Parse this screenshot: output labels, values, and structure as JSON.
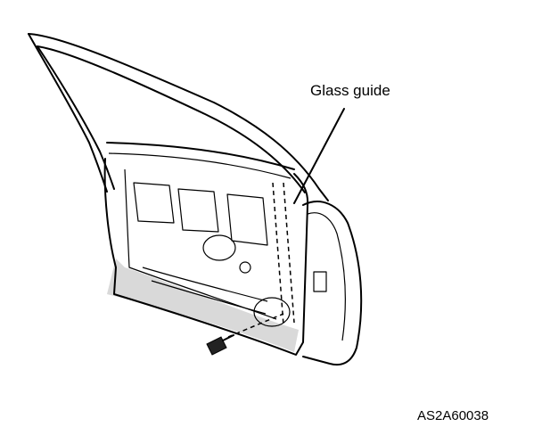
{
  "diagram": {
    "callout_label": "Glass guide",
    "figure_code": "AS2A60038"
  },
  "colors": {
    "line": "#000000",
    "shade": "#d9d9d9",
    "background": "#ffffff"
  },
  "icons": [
    "door-frame-drawing",
    "glass-guide-rail",
    "bolt-icon"
  ]
}
